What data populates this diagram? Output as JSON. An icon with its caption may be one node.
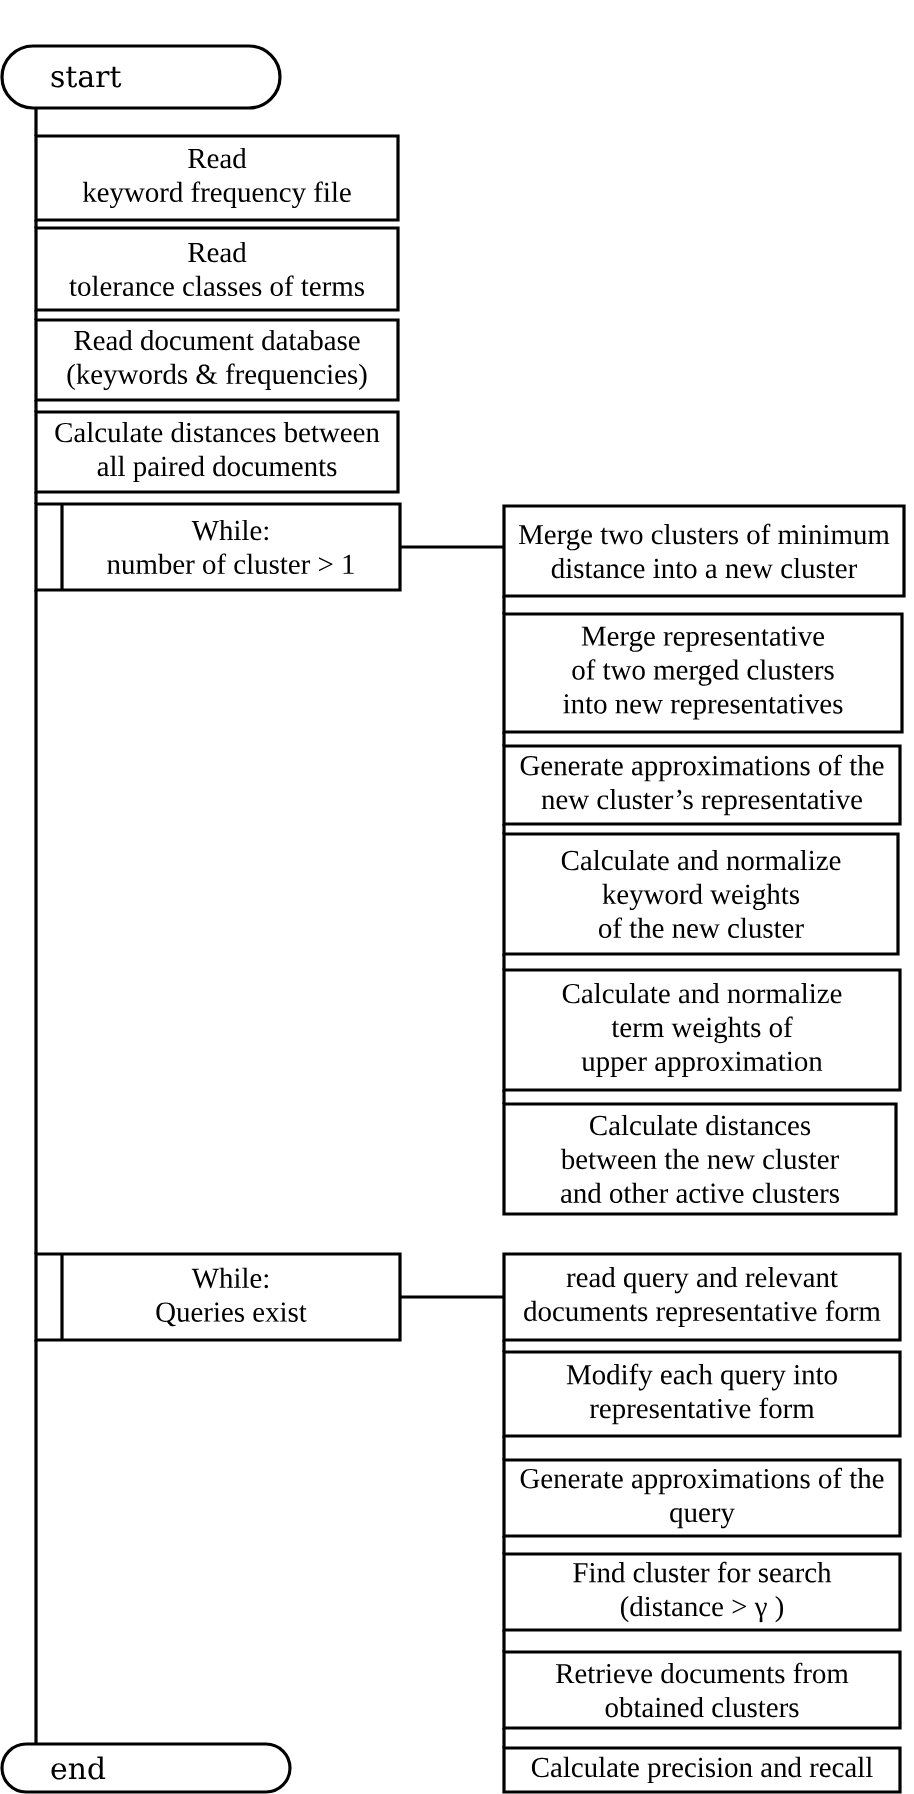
{
  "diagram": {
    "nodes": [
      {
        "text": [
          "start"
        ]
      },
      {
        "text": [
          "Read keyword frequency file"
        ]
      },
      {
        "text": [
          "Read tolerance classes of terms"
        ]
      },
      {
        "text": [
          "Read document database (keywords & frequencies)"
        ]
      },
      {
        "text": [
          "Calculate distances between all paired documents"
        ]
      },
      {
        "text": [
          "While: number of cluster > 1"
        ]
      },
      {
        "text": [
          "Merge two clusters of minimum distance into a new cluster"
        ]
      },
      {
        "text": [
          "Merge representative of two merged clusters into new representatives"
        ]
      },
      {
        "text": [
          "Generate approximations of the new cluster’s representative"
        ]
      },
      {
        "text": [
          "Calculate and normalize keyword weights of the new cluster"
        ]
      },
      {
        "text": [
          "Calculate and normalize term weights of upper approximation"
        ]
      },
      {
        "text": [
          "Calculate distances between the new cluster and other active clusters"
        ]
      },
      {
        "text": [
          "While: Queries exist"
        ]
      },
      {
        "text": [
          "read query and relevant documents representative form"
        ]
      },
      {
        "text": [
          "Modify each query into representative form"
        ]
      },
      {
        "text": [
          "Generate approximations of the query"
        ]
      },
      {
        "text": [
          "Find cluster for search (distance > γ )"
        ]
      },
      {
        "text": [
          "Retrieve documents from obtained clusters"
        ]
      },
      {
        "text": [
          "Calculate precision and recall"
        ]
      },
      {
        "text": [
          "end"
        ]
      }
    ],
    "edges": [
      {
        "from": 0,
        "to": 1,
        "arrow": "none"
      },
      {
        "from": 1,
        "to": 2,
        "arrow": "none"
      },
      {
        "from": 2,
        "to": 3,
        "arrow": "none"
      },
      {
        "from": 3,
        "to": 4,
        "arrow": "none"
      },
      {
        "from": 4,
        "to": 5,
        "arrow": "none"
      },
      {
        "from": 5,
        "to": 12,
        "arrow": "none"
      },
      {
        "from": 12,
        "to": 19,
        "arrow": "none"
      },
      {
        "from": 5,
        "to": 6,
        "arrow": "none"
      },
      {
        "from": 6,
        "to": 7,
        "arrow": "none"
      },
      {
        "from": 7,
        "to": 8,
        "arrow": "none"
      },
      {
        "from": 8,
        "to": 9,
        "arrow": "none"
      },
      {
        "from": 9,
        "to": 10,
        "arrow": "none"
      },
      {
        "from": 10,
        "to": 11,
        "arrow": "none"
      },
      {
        "from": 12,
        "to": 13,
        "arrow": "none"
      },
      {
        "from": 13,
        "to": 14,
        "arrow": "none"
      },
      {
        "from": 14,
        "to": 15,
        "arrow": "none"
      },
      {
        "from": 15,
        "to": 16,
        "arrow": "none"
      },
      {
        "from": 16,
        "to": 17,
        "arrow": "none"
      },
      {
        "from": 17,
        "to": 18,
        "arrow": "none"
      }
    ]
  }
}
